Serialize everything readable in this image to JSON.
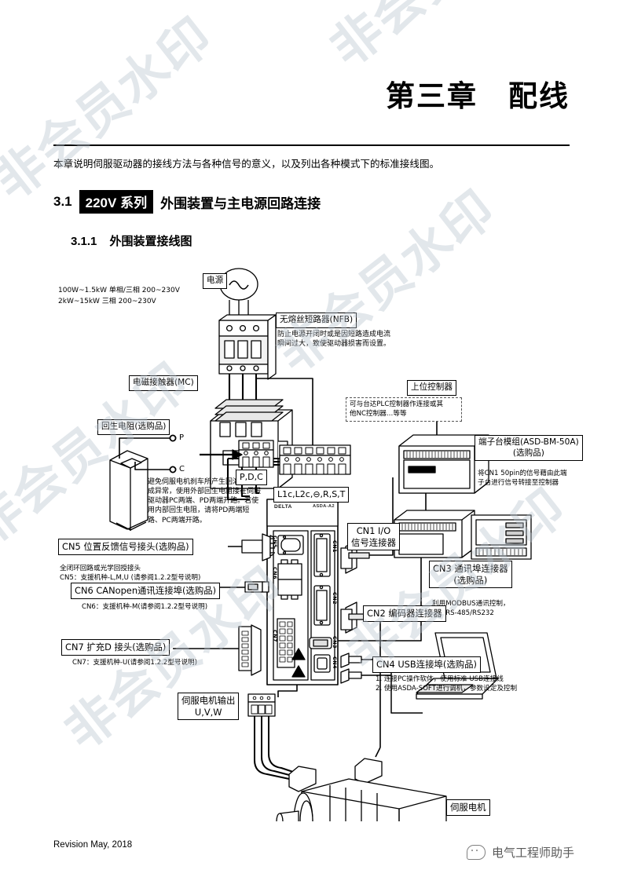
{
  "document": {
    "chapter_title": "第三章　配线",
    "intro": "本章说明伺服驱动器的接线方法与各种信号的意义，以及列出各种模式下的标准接线图。",
    "section_number": "3.1",
    "section_highlight": "220V 系列",
    "section_title": "外围装置与主电源回路连接",
    "subsection_number": "3.1.1",
    "subsection_title": "外围装置接线图",
    "revision": "Revision May, 2018",
    "brand": "电气工程师助手",
    "watermark": "非会员水印"
  },
  "diagram": {
    "power_source_label": "电源",
    "power_spec_line1": "100W~1.5kW  单相/三相 200~230V",
    "power_spec_line2": "2kW~15kW    三相 200~230V",
    "nfb_label": "无熔丝短路器(NFB)",
    "nfb_note": "防止电源开闭时或是因短路造成电流\n瞬间过大，致使驱动器损害而设置。",
    "mc_label": "电磁接触器(MC)",
    "regen_label": "回生电阻(选购品)",
    "regen_terminal_p": "P",
    "regen_terminal_c": "C",
    "regen_note": "避免伺服电机刹车所产生回灌能量造\n成异常，使用外部回生电阻接在伺服\n驱动器PC两端、PD两端开路。若使\n用内部回生电阻，请将PD两端短\n路、PC两端开路。",
    "terminal_pdc": "P,D,C",
    "terminal_main": "L1c,L2c,⊖,R,S,T",
    "host_controller_label": "上位控制器",
    "host_controller_note": "可与台达PLC控制器作连接或其\n他NC控制器…等等",
    "tb_module_label_line1": "端子台模组(ASD-BM-50A)",
    "tb_module_label_line2": "(选购品)",
    "tb_module_note": "将CN1 50pin的信号藉由此端\n子台进行信号转接至控制器",
    "cn1_label_line1": "CN1 I/O",
    "cn1_label_line2": "信号连接器",
    "cn3_label_line1": "CN3 通讯埠连接器",
    "cn3_label_line2": "(选购品)",
    "cn3_note": "利用MODBUS通讯控制，\n支援RS-485/RS232",
    "cn2_label": "CN2 编码器连接器",
    "cn5_label": "CN5 位置反馈信号接头(选购品)",
    "cn5_note": "全闭环回路或光学回授接头\nCN5：支援机种-L,M,U (请参阅1.2.2型号说明)",
    "cn6_label": "CN6 CANopen通讯连接埠(选购品)",
    "cn6_note": "CN6：支援机种-M(请参阅1.2.2型号说明)",
    "cn7_label": "CN7 扩充D 接头(选购品)",
    "cn7_note": "CN7：支援机种-U(请参阅1.2.2型号说明)",
    "cn4_label": "CN4 USB连接埠(选购品)",
    "cn4_note": "1. 连接PC操作软体，使用标准  USB连接线\n2. 使用ASDA-SOFT进行调机，参数设定及控制",
    "motor_out_line1": "伺服电机输出",
    "motor_out_line2": "U,V,W",
    "servo_motor_label": "伺服电机",
    "drive_ports": [
      "CN5",
      "CN6",
      "CN7",
      "CN1",
      "CN2",
      "CN3",
      "CN4"
    ],
    "drive_brand": "DELTA",
    "drive_series": "ASDA-A2"
  },
  "colors": {
    "ink": "#000000",
    "watermark": "#b9c4cf",
    "paper": "#ffffff"
  }
}
